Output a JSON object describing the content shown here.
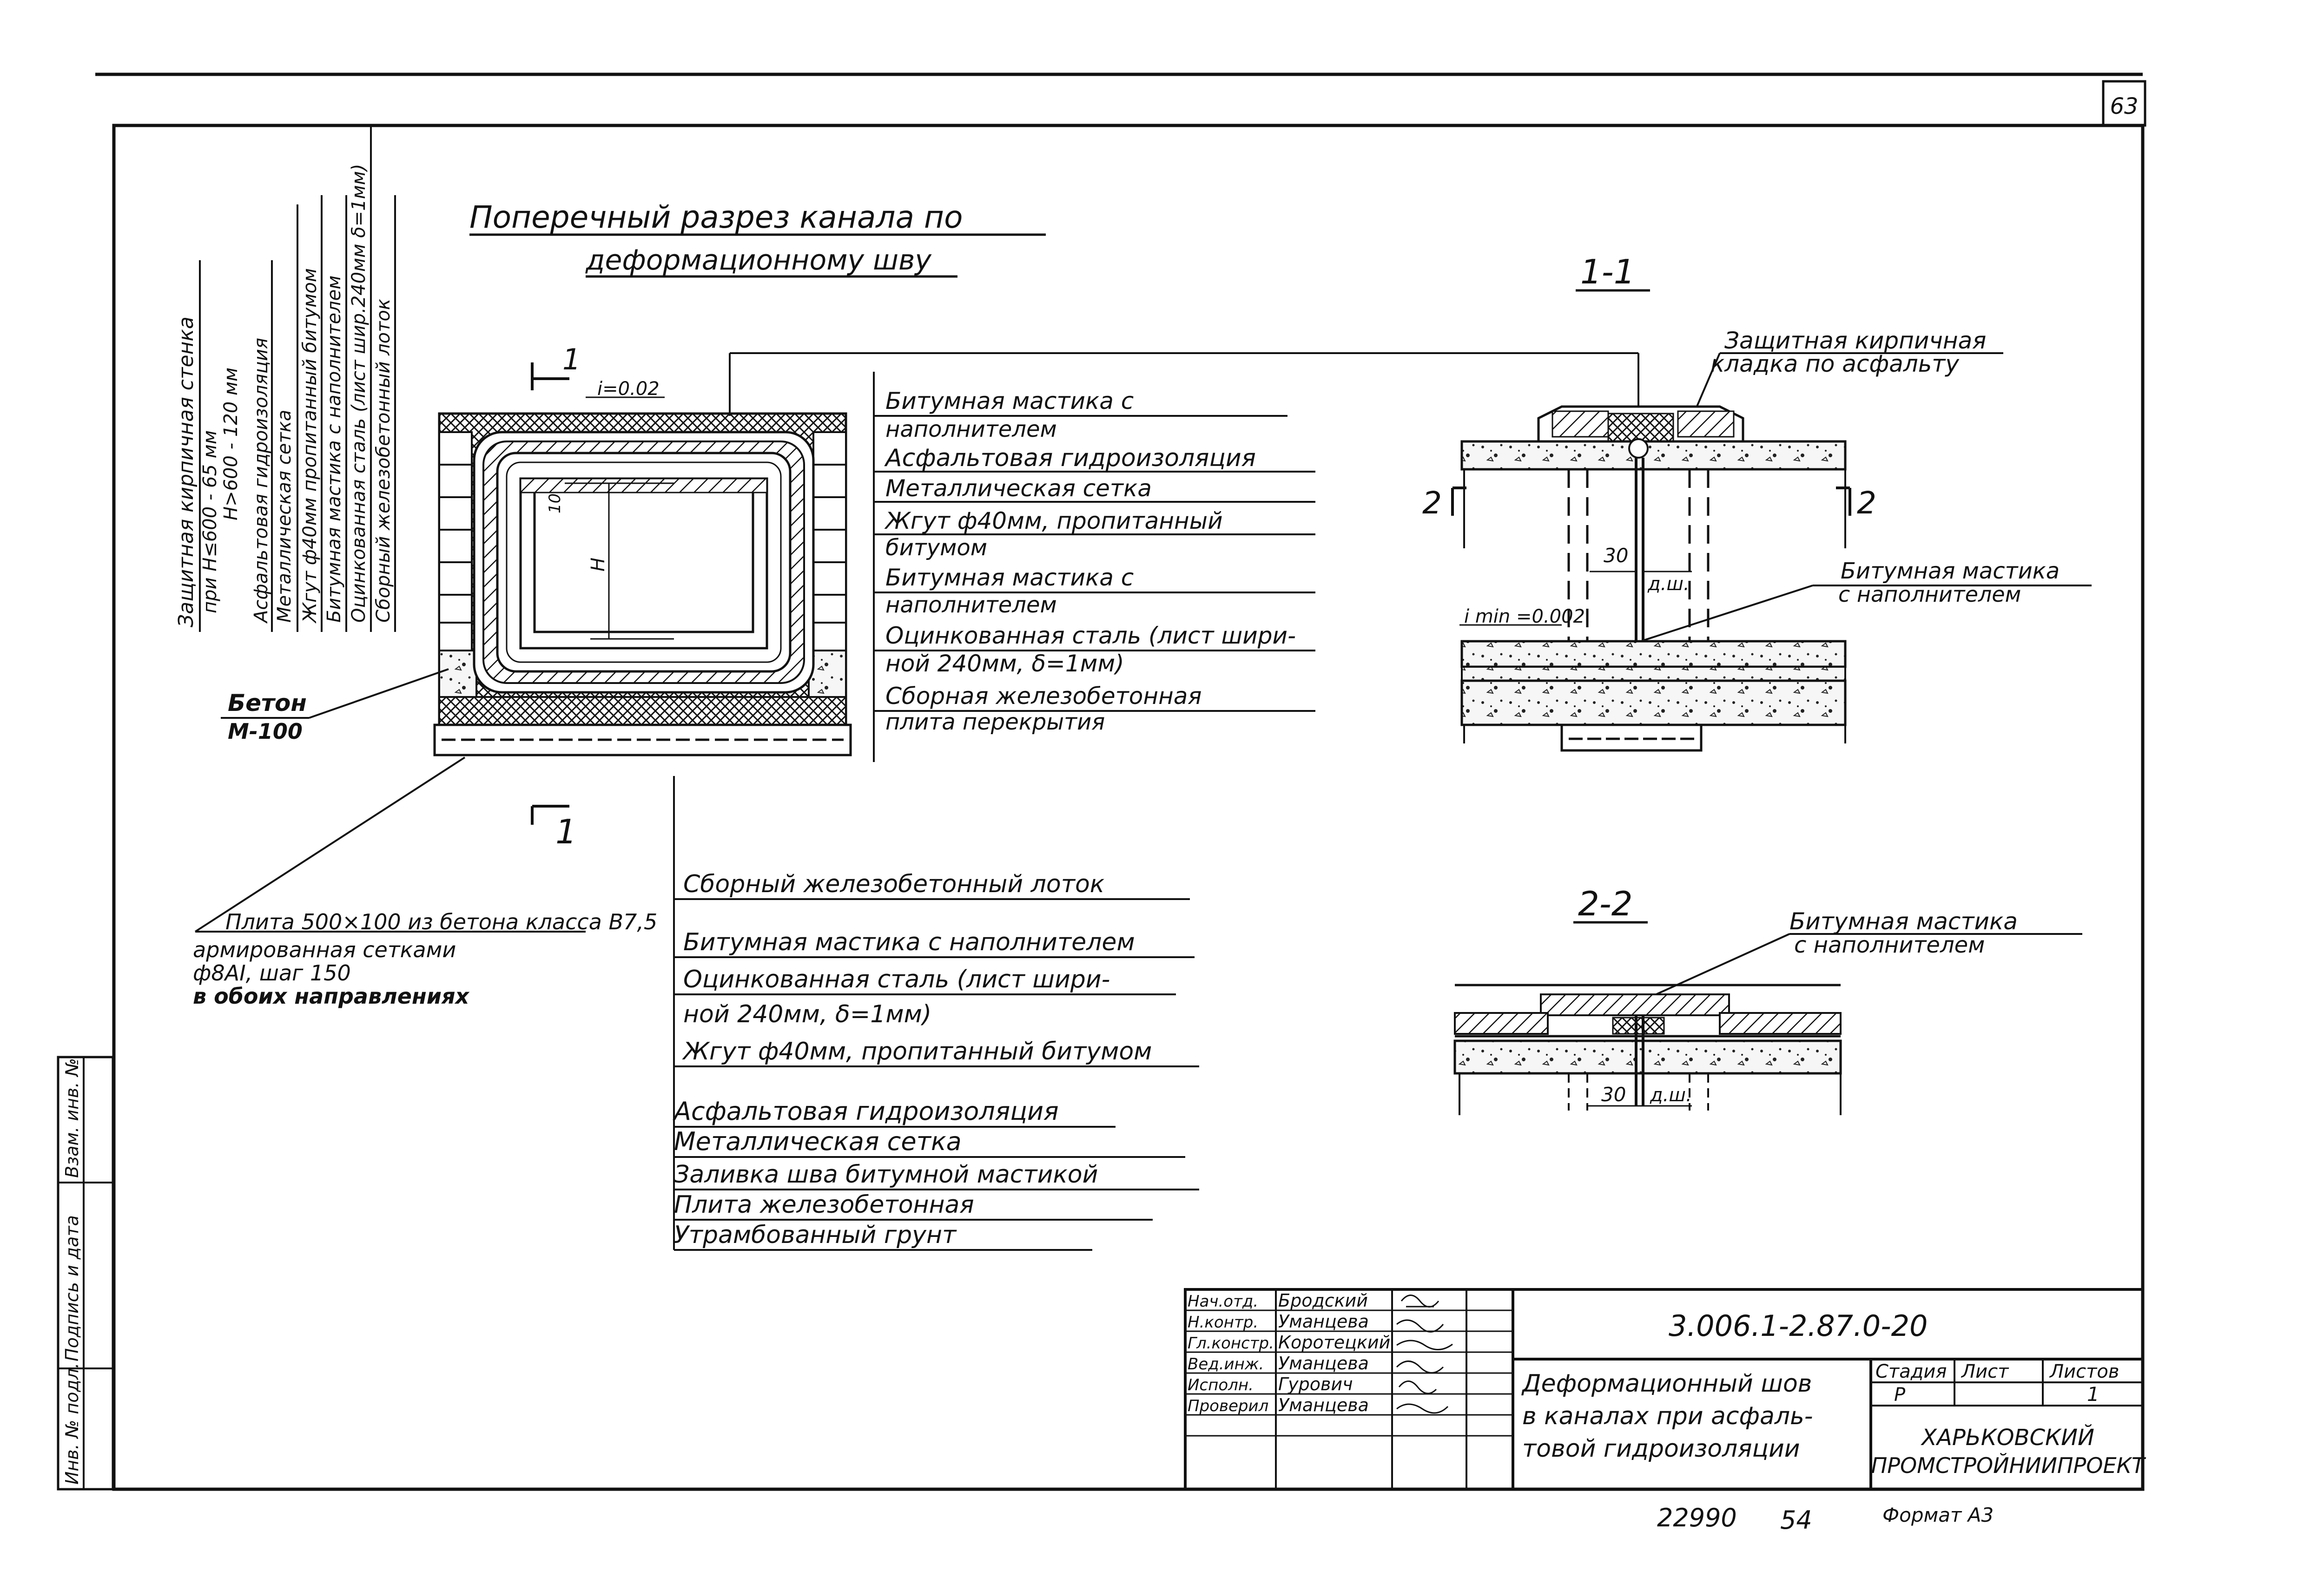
{
  "page_number": "63",
  "main_title": {
    "line1": "Поперечный разрез канала по",
    "line2": "деформационному шву"
  },
  "left_vertical_labels": [
    "Защитная кирпичная стенка",
    "при H≤600 - 65 мм",
    "H>600 - 120 мм",
    "Асфальтовая гидроизоляция",
    "Металлическая сетка",
    "Жгут ф40мм пропитанный битумом",
    "Битумная мастика с наполнителем",
    "Оцинкованная сталь (лист шир.240мм δ=1мм)",
    "Сборный железобетонный лоток"
  ],
  "section_marks": {
    "top_num": "1",
    "bottom_num": "1",
    "slope": "i=0.02",
    "dim_10": "10",
    "dim_H": "H"
  },
  "beton": {
    "line1": "Бетон",
    "line2": "М-100"
  },
  "right_callouts": [
    "Битумная мастика с",
    "наполнителем",
    "Асфальтовая гидроизоляция",
    "Металлическая сетка",
    "Жгут ф40мм, пропитанный",
    "битумом",
    "Битумная мастика с",
    "наполнителем",
    "Оцинкованная сталь (лист шири-",
    "ной 240мм, δ=1мм)",
    "Сборная железобетонная",
    "плита перекрытия"
  ],
  "plate_note": [
    "Плита 500×100 из бетона класса В7,5",
    "армированная сетками",
    "ф8АI, шаг 150",
    "в обоих направлениях"
  ],
  "bottom_callouts": [
    "Сборный железобетонный лоток",
    "Битумная мастика с наполнителем",
    "Оцинкованная сталь (лист шири-",
    "ной 240мм, δ=1мм)",
    "Жгут ф40мм, пропитанный битумом",
    "Асфальтовая гидроизоляция",
    "Металлическая сетка",
    "Заливка шва битумной мастикой",
    "Плита железобетонная",
    "Утрамбованный грунт"
  ],
  "section_11": {
    "title": "1-1",
    "label_top_1": "Защитная кирпичная",
    "label_top_2": "кладка по асфальту",
    "label_mid_1": "Битумная мастика",
    "label_mid_2": "с наполнителем",
    "mark_left": "2",
    "mark_right": "2",
    "dim_30": "30",
    "dim_dsh": "д.ш.",
    "slope": "i min =0.002"
  },
  "section_22": {
    "title": "2-2",
    "label_1": "Битумная мастика",
    "label_2": "с наполнителем",
    "dim_30": "30",
    "dim_dsh": "д.ш."
  },
  "title_block": {
    "roles": [
      "Нач.отд.",
      "Н.контр.",
      "Гл.констр.",
      "Вед.инж.",
      "Исполн.",
      "Проверил"
    ],
    "names": [
      "Бродский",
      "Уманцева",
      "Коротецкий",
      "Уманцева",
      "Гурович",
      "Уманцева"
    ],
    "doc_code": "3.006.1-2.87.0-20",
    "description_1": "Деформационный шов",
    "description_2": "в каналах при асфаль-",
    "description_3": "товой гидроизоляции",
    "stage_h": "Стадия",
    "sheet_h": "Лист",
    "sheets_h": "Листов",
    "stage_v": "Р",
    "sheets_v": "1",
    "org_1": "ХАРЬКОВСКИЙ",
    "org_2": "ПРОМСТРОЙНИИПРОЕКТ"
  },
  "stamp_column": [
    "Инв. № подл.",
    "Подпись и дата",
    "Взам. инв. №"
  ],
  "footer": {
    "number": "22990",
    "code": "54",
    "format": "Формат А3"
  }
}
